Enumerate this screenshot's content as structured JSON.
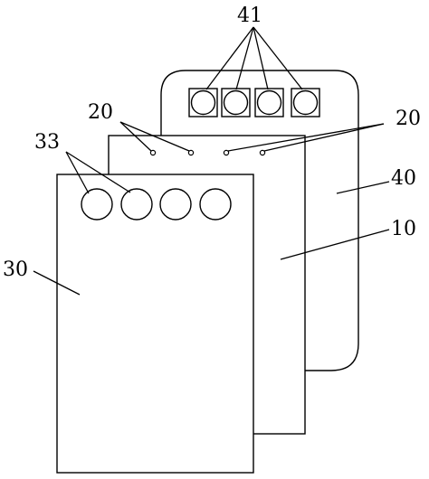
{
  "labels": {
    "top_connectors": "41",
    "sensors_left": "20",
    "sensors_right": "20",
    "front_ports": "33",
    "back_housing": "40",
    "middle_plate": "10",
    "front_plate": "30"
  }
}
